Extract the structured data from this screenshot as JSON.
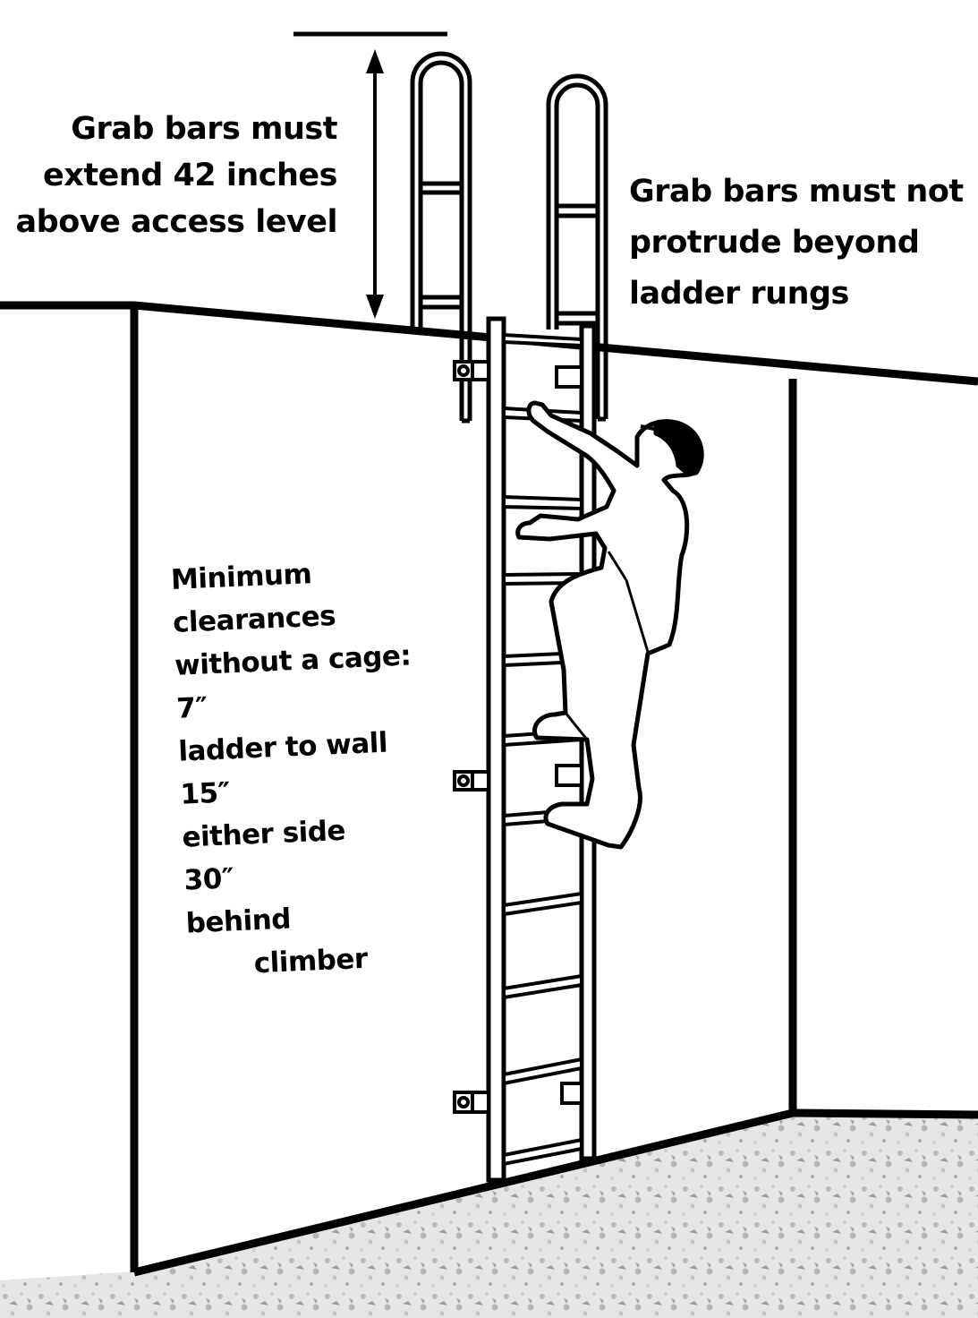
{
  "labels": {
    "grab_extend": [
      "Grab bars must",
      "extend 42 inches",
      "above access level"
    ],
    "grab_protrude": [
      "Grab bars must not",
      "protrude beyond",
      "ladder rungs"
    ],
    "clearances": {
      "heading": [
        "Minimum",
        "clearances",
        "without a cage:"
      ],
      "rows": [
        {
          "value": "7″",
          "text": "ladder to wall"
        },
        {
          "value": "15″",
          "text": "either side"
        },
        {
          "value": "30″",
          "text": "behind"
        }
      ],
      "tail": "climber"
    }
  },
  "colors": {
    "ink": "#000000",
    "paper": "#ffffff",
    "ground": "#d9d9d9"
  }
}
